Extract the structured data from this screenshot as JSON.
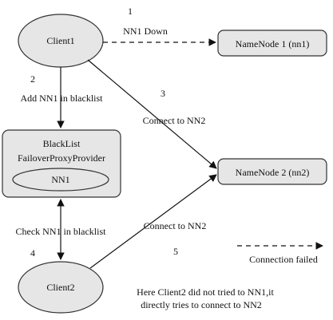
{
  "colors": {
    "fill": "#e6e6e6",
    "stroke": "#333333",
    "line": "#111111"
  },
  "nodes": {
    "client1": "Client1",
    "client2": "Client2",
    "namenode1": "NameNode 1 (nn1)",
    "namenode2": "NameNode 2 (nn2)",
    "blacklist_title_line1": "BlackList",
    "blacklist_title_line2": "FailoverProxyProvider",
    "blacklist_entry": "NN1"
  },
  "steps": {
    "s1_num": "1",
    "s1_label": "NN1 Down",
    "s2_num": "2",
    "s2_label": "Add NN1 in blacklist",
    "s3_num": "3",
    "s3_label": "Connect to NN2",
    "s4_num": "4",
    "s4_label": "Check NN1 in blacklist",
    "s5_num": "5",
    "s5_label": "Connect to NN2"
  },
  "notes": {
    "line1": "Here Client2 did not tried to NN1,it",
    "line2": "directly tries to connect to NN2"
  },
  "legend": {
    "dashed_label": "Connection failed"
  }
}
